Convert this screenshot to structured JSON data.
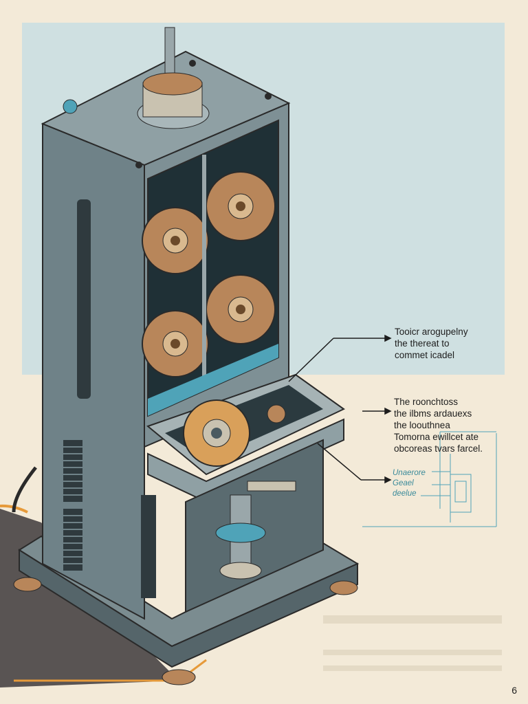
{
  "callouts": [
    {
      "lines": [
        "Tooicr arogupelny",
        "the thereat to",
        "commet icadel"
      ]
    },
    {
      "lines": [
        "The roonchtoss",
        "the ilbms ardauexs",
        "the loouthnea",
        "Tomorna ewillcet ate",
        "obcoreas tvars farcel."
      ]
    }
  ],
  "inset": {
    "labels": [
      "Unaerore",
      "Geael",
      "deelue"
    ]
  },
  "page_number": "6",
  "colors": {
    "paper": "#f3ead8",
    "panel": "#cfe0e1",
    "housing": "#6f8288",
    "housing_dark": "#4a5a60",
    "copper": "#b8865a",
    "cyan": "#4fa3b8",
    "accent_orange": "#e69a3a",
    "ink": "#1d1d1d",
    "inset_line": "#4fa3b8"
  }
}
